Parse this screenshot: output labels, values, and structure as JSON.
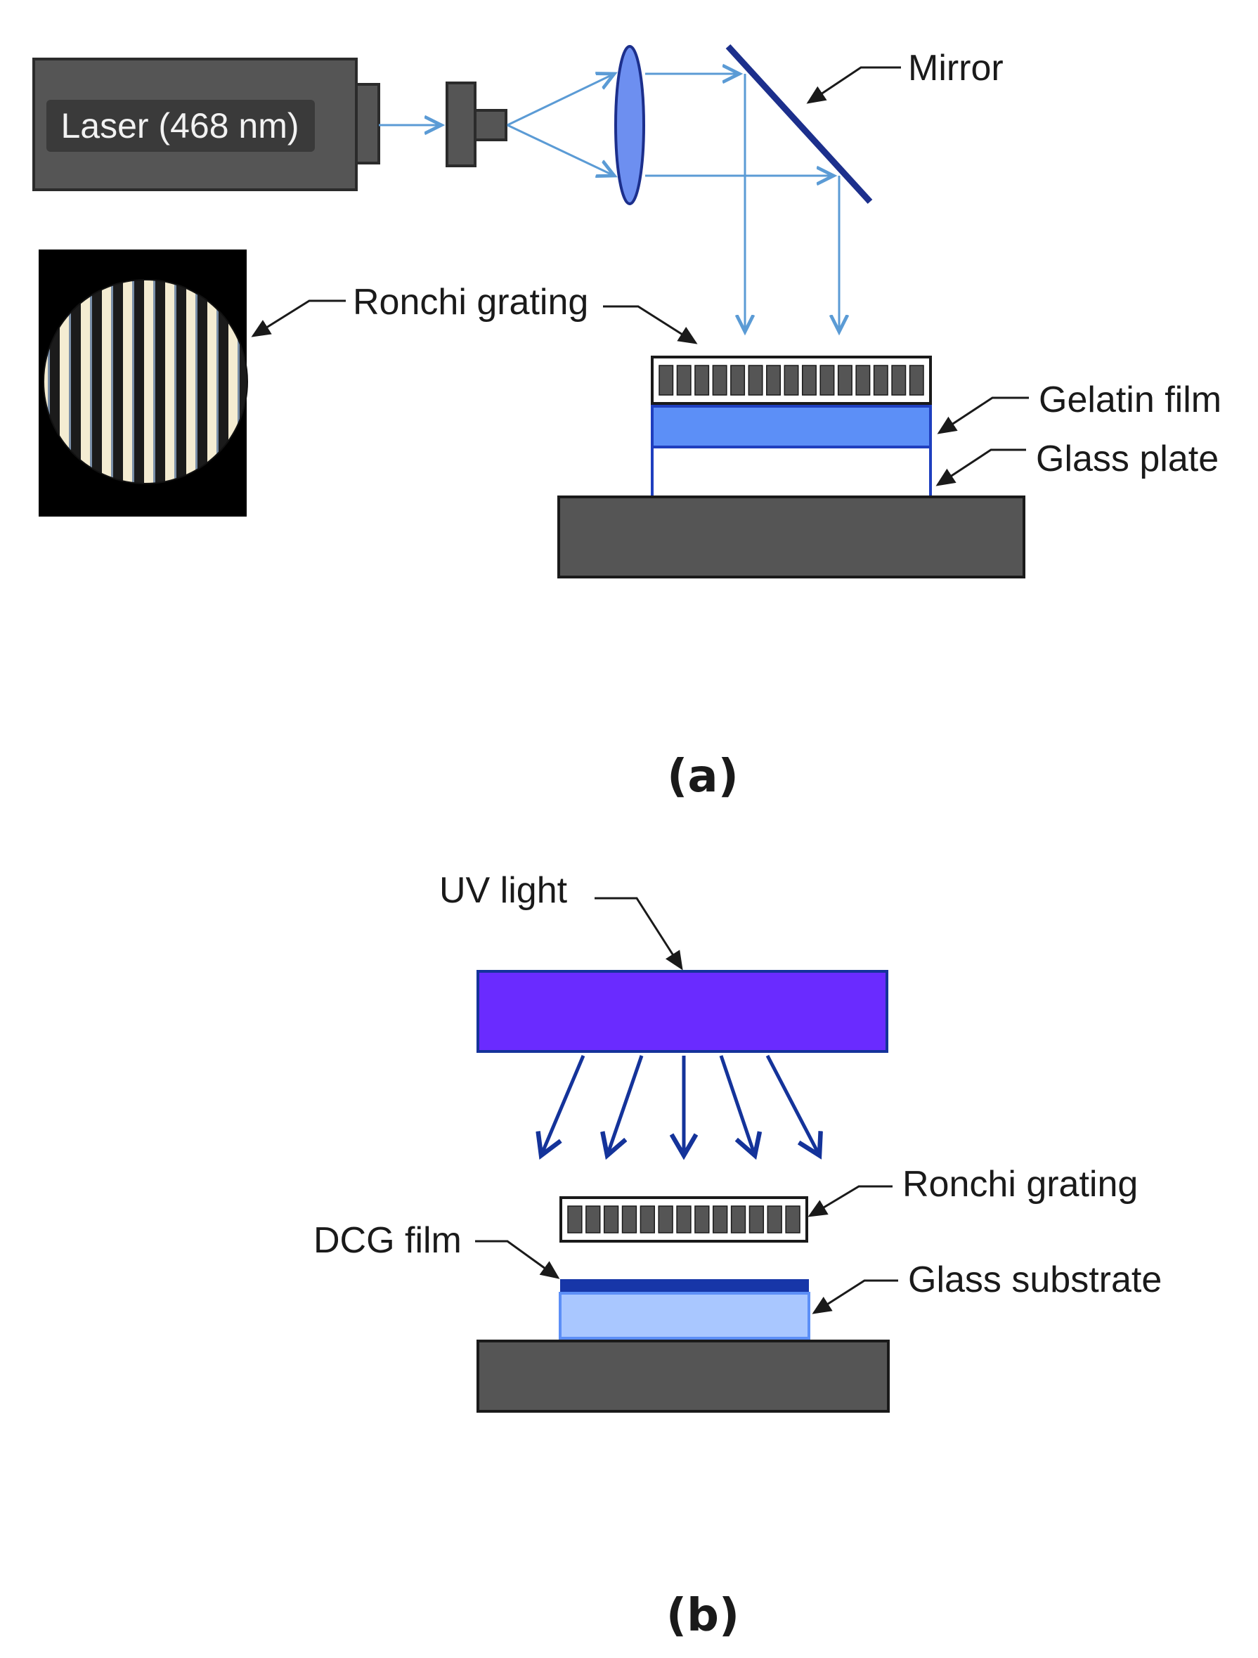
{
  "panel_a": {
    "laser_label": "Laser (468 nm)",
    "mirror_label": "Mirror",
    "ronchi_label": "Ronchi grating",
    "gelatin_label": "Gelatin film",
    "glass_label": "Glass plate",
    "caption": "(a)"
  },
  "panel_b": {
    "uv_label": "UV light",
    "ronchi_label": "Ronchi grating",
    "dcg_label": "DCG film",
    "glass_label": "Glass substrate",
    "caption": "(b)"
  },
  "colors": {
    "device_gray": "#555555",
    "device_dark": "#3a3a3a",
    "beam": "#5b9bd5",
    "lens": "#6d8ff0",
    "mirror": "#1c2f8c",
    "gelatin": "#5c8ff7",
    "glass_outline": "#1f3fbf",
    "uv_purple": "#6a2bff",
    "uv_arrow": "#14339a",
    "dcg_film": "#1736a8",
    "substrate": "#a9c7ff"
  }
}
